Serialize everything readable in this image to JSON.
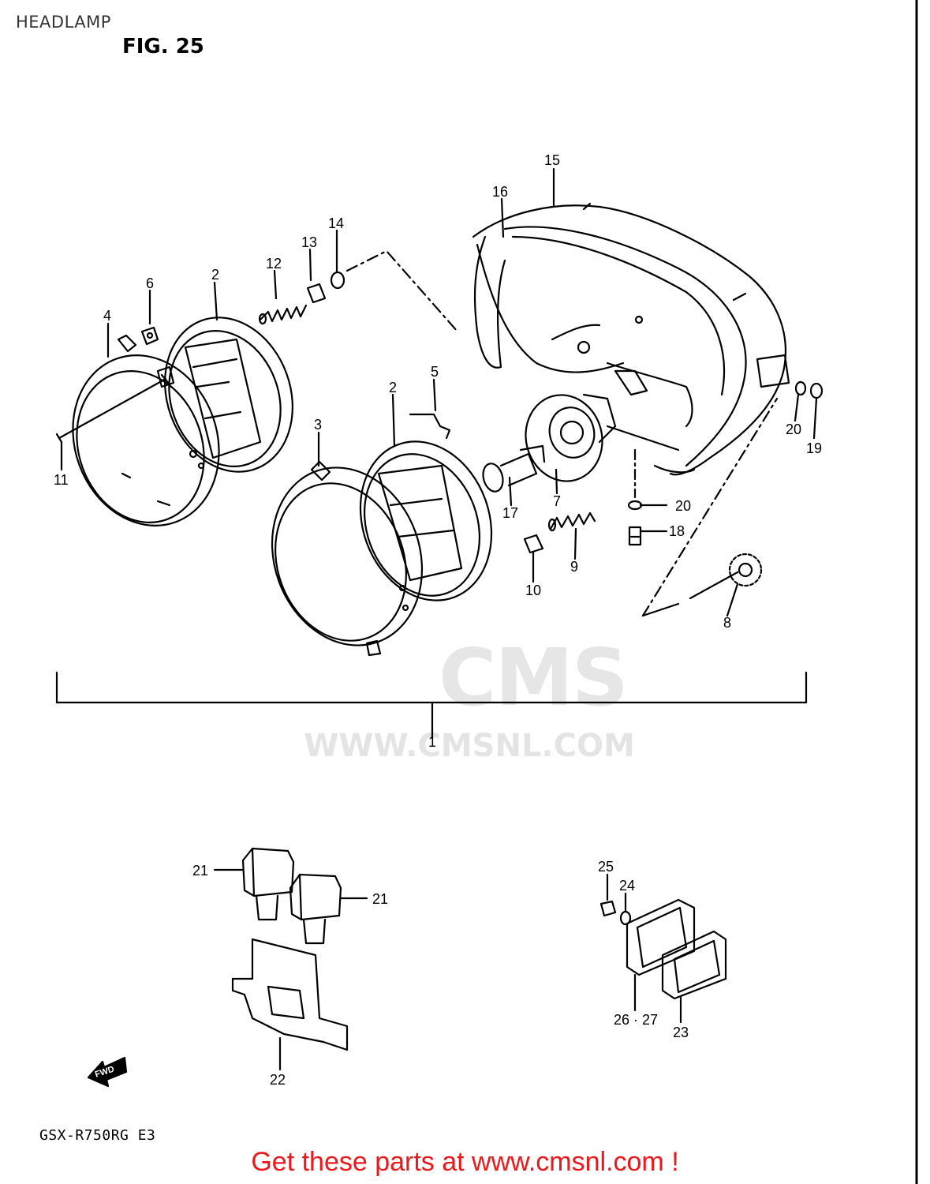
{
  "heading": "HEADLAMP",
  "figure_label": "FIG. 25",
  "model_code": "GSX-R750RG  E3",
  "footer_link": "Get these parts at www.cmsnl.com !",
  "watermark": {
    "logo_text": "CMS",
    "url_text": "WWW.CMSNL.COM"
  },
  "direction_arrow": "FWD",
  "callouts": {
    "c1": "1",
    "c2a": "2",
    "c2b": "2",
    "c3": "3",
    "c4": "4",
    "c5": "5",
    "c6": "6",
    "c7": "7",
    "c8": "8",
    "c9": "9",
    "c10": "10",
    "c11": "11",
    "c12": "12",
    "c13": "13",
    "c14": "14",
    "c15": "15",
    "c16": "16",
    "c17": "17",
    "c18": "18",
    "c19": "19",
    "c20a": "20",
    "c20b": "20",
    "c21a": "21",
    "c21b": "21",
    "c22": "22",
    "c23": "23",
    "c24": "24",
    "c25": "25",
    "c26_27": "26 · 27"
  },
  "colors": {
    "footer": "#e8181c",
    "line": "#000000",
    "watermark": "#e4e4e4"
  }
}
